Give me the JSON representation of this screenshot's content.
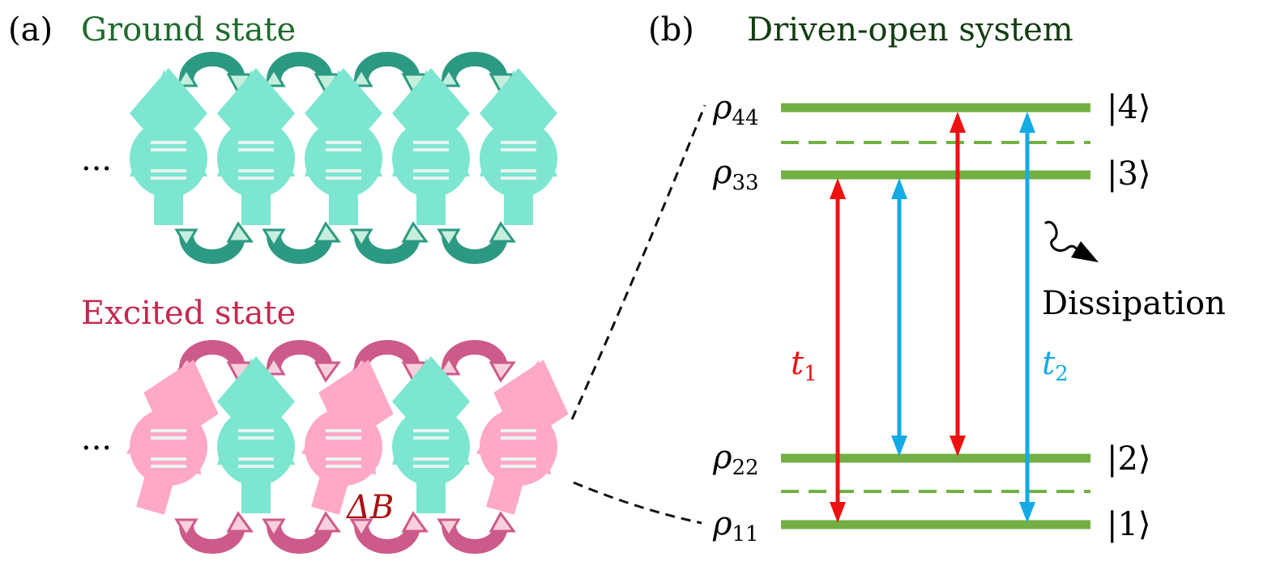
{
  "panel_a": {
    "label": "(a)",
    "ground_title": "Ground state",
    "excited_title": "Excited state",
    "ellipsis": "···",
    "delta_b": "ΔB"
  },
  "panel_b": {
    "label": "(b)",
    "title": "Driven-open system",
    "levels": [
      {
        "ket": "|4⟩",
        "rho": "ρ",
        "rho_sub": "44"
      },
      {
        "ket": "|3⟩",
        "rho": "ρ",
        "rho_sub": "33"
      },
      {
        "ket": "|2⟩",
        "rho": "ρ",
        "rho_sub": "22"
      },
      {
        "ket": "|1⟩",
        "rho": "ρ",
        "rho_sub": "11"
      }
    ],
    "t1": "t",
    "t1_sub": "1",
    "t2": "t",
    "t2_sub": "2",
    "dissipation": "Dissipation"
  },
  "colors": {
    "ground_title": "#1f6b2e",
    "excited_title": "#c4284f",
    "panel_b_title": "#133d10",
    "teal_spin": "#7de6d0",
    "teal_arrow_fill": "#c6eedd",
    "teal_arrow_stroke": "#2c9a82",
    "pink_spin": "#ffa8c8",
    "pink_arrow_fill": "#f9cfdc",
    "pink_arrow_stroke": "#cc5a8a",
    "level_green": "#73b043",
    "red": "#ee1111",
    "blue": "#13aae6",
    "delta_b": "#aa1111"
  }
}
